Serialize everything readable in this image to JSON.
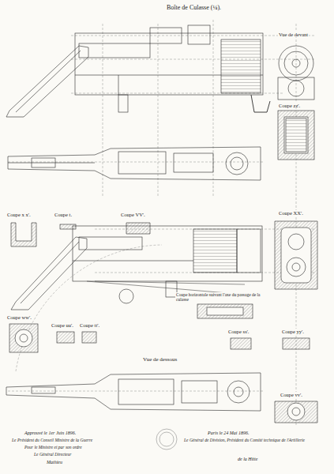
{
  "diagram": {
    "title": "Boîte de Culasse (¼).",
    "labels": [
      "Vue de devant",
      "Coupe zz'.",
      "Coupe x x'.",
      "Coupe t.",
      "Coupe VV'.",
      "Coupe XX'.",
      "Coupe horizontale suivant l'axe du passage de la culasse",
      "Coupe ss'.",
      "Coupe yy'.",
      "Coupe ww'.",
      "Coupe uu'.",
      "Coupe tt'.",
      "Vue de dessous",
      "Coupe vv'.",
      "Approuvé le 1er Juin 1896.",
      "Le Président du Conseil Ministre de la Guerre",
      "Pour le Ministre et par son ordre",
      "Le Général Directeur",
      "Mathieu",
      "Paris le 24 Mai 1896.",
      "Le Général de Division, Président du Comité technique de l'Artillerie",
      "de la Hitte"
    ]
  }
}
